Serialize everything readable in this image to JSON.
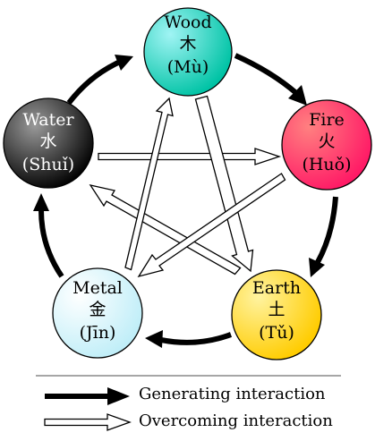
{
  "elements": [
    {
      "id": "wood",
      "name": "Wood",
      "glyph": "木",
      "pinyin": "(Mù)",
      "text_color": "#000000"
    },
    {
      "id": "fire",
      "name": "Fire",
      "glyph": "火",
      "pinyin": "(Huǒ)",
      "text_color": "#000000"
    },
    {
      "id": "earth",
      "name": "Earth",
      "glyph": "土",
      "pinyin": "(Tǔ)",
      "text_color": "#000000"
    },
    {
      "id": "metal",
      "name": "Metal",
      "glyph": "金",
      "pinyin": "(Jīn)",
      "text_color": "#000000"
    },
    {
      "id": "water",
      "name": "Water",
      "glyph": "水",
      "pinyin": "(Shuǐ)",
      "text_color": "#ffffff"
    }
  ],
  "legend": {
    "generating": "Generating interaction",
    "overcoming": "Overcoming interaction"
  },
  "colors": {
    "wood": [
      "#8ff0f0",
      "#00c8a8"
    ],
    "fire": [
      "#ff6f6f",
      "#ff1f6a"
    ],
    "earth": [
      "#fff07a",
      "#ffd000"
    ],
    "metal": [
      "#ffffff",
      "#c8f0f8"
    ],
    "water": [
      "#8a8a8a",
      "#000000"
    ],
    "generating_arrow": "#000000",
    "overcoming_arrow": "#ffffff"
  }
}
